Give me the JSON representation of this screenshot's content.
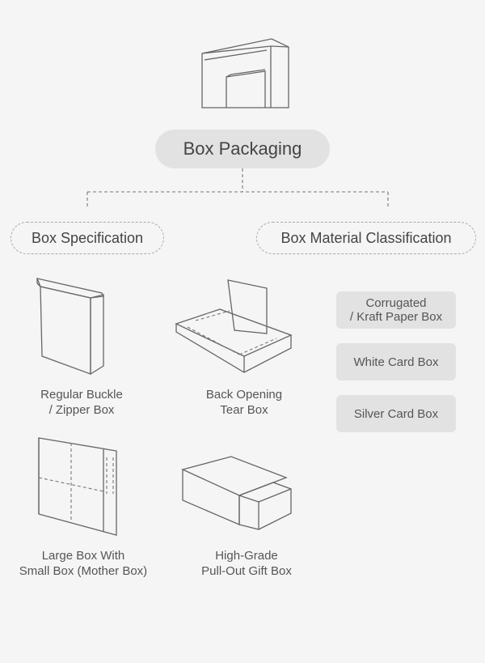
{
  "root": {
    "label": "Box Packaging"
  },
  "branches": {
    "left": {
      "label": "Box Specification"
    },
    "right": {
      "label": "Box Material Classification"
    }
  },
  "specifications": [
    {
      "line1": "Regular Buckle",
      "line2": "/ Zipper Box",
      "icon": "buckle-box-icon"
    },
    {
      "line1": "Back Opening",
      "line2": "Tear Box",
      "icon": "tear-box-icon"
    },
    {
      "line1": "Large Box With",
      "line2": "Small Box (Mother Box)",
      "icon": "mother-box-icon"
    },
    {
      "line1": "High-Grade",
      "line2": "Pull-Out Gift Box",
      "icon": "drawer-box-icon"
    }
  ],
  "materials": [
    {
      "line1": "Corrugated",
      "line2": "/ Kraft Paper Box"
    },
    {
      "line1": "White Card Box",
      "line2": ""
    },
    {
      "line1": "Silver Card Box",
      "line2": ""
    }
  ]
}
